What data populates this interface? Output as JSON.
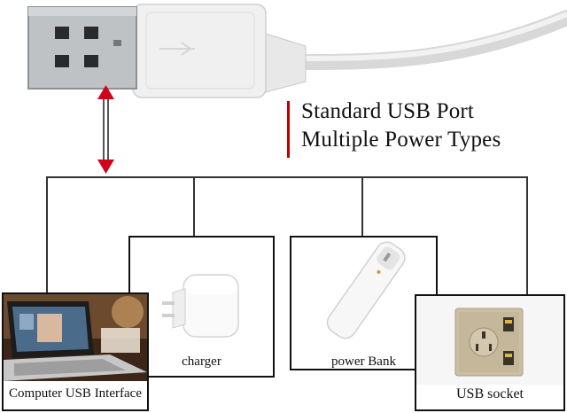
{
  "title": {
    "line1": "Standard USB Port",
    "line2": "Multiple Power Types"
  },
  "devices": [
    {
      "id": "computer",
      "label": "Computer USB Interface"
    },
    {
      "id": "charger",
      "label": "charger"
    },
    {
      "id": "powerbank",
      "label": "power Bank"
    },
    {
      "id": "socket",
      "label": "USB socket"
    }
  ],
  "colors": {
    "accent_red": "#c00000",
    "cable": "#e6e6e6",
    "connector_metal": "#b9bcbf",
    "socket_plate": "#cbbfa3"
  },
  "icons": [
    "usb-plug-icon",
    "double-arrow-icon",
    "laptop-icon",
    "wall-charger-icon",
    "power-bank-icon",
    "usb-socket-icon"
  ]
}
